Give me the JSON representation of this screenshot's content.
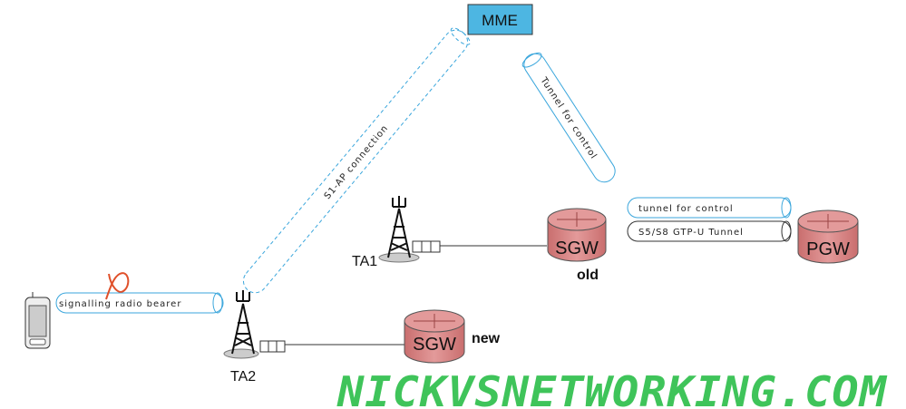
{
  "nodes": {
    "mme": {
      "label": "MME",
      "color": "#4db6e2"
    },
    "sgw_old": {
      "label": "SGW",
      "sublabel": "old",
      "color": "#d98484"
    },
    "sgw_new": {
      "label": "SGW",
      "sublabel": "new",
      "color": "#d98484"
    },
    "pgw": {
      "label": "PGW",
      "color": "#d98484"
    },
    "ta1": {
      "label": "TA1"
    },
    "ta2": {
      "label": "TA2"
    }
  },
  "tunnels": {
    "s1ap": "S1-AP connection",
    "mme_control": "Tunnel for control",
    "sgw_pgw_control": "tunnel for control",
    "gtpu": "S5/S8 GTP-U Tunnel",
    "radio_bearer": "signalling radio bearer"
  },
  "colors": {
    "tube": "#3aa6dc",
    "broken_mark": "#e0502a"
  },
  "watermark": "NICKVSNETWORKING.COM"
}
